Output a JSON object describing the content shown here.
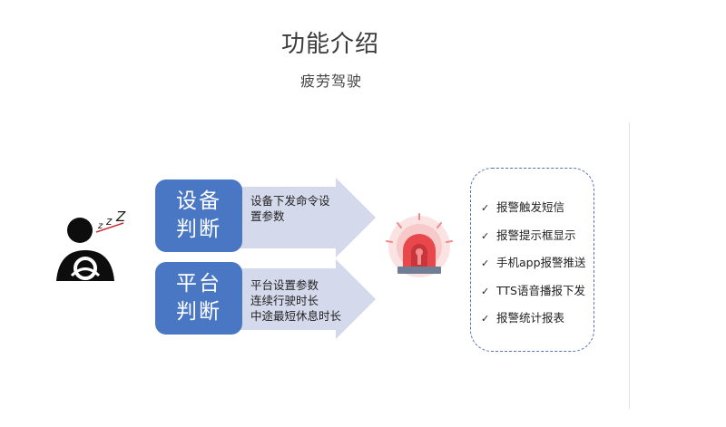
{
  "header": {
    "title": "功能介绍",
    "subtitle": "疲劳驾驶"
  },
  "driver": {
    "sleep_letters": [
      "z",
      "z",
      "Z"
    ]
  },
  "device_box": {
    "line1": "设备",
    "line2": "判断"
  },
  "device_arrow": {
    "lines": [
      "设备下发命令设",
      "置参数"
    ]
  },
  "platform_box": {
    "line1": "平台",
    "line2": "判断"
  },
  "platform_arrow": {
    "lines": [
      "平台设置参数",
      "连续行驶时长",
      "中途最短休息时长"
    ]
  },
  "alarm_actions": {
    "check_glyph": "✓",
    "items": [
      "报警触发短信",
      "报警提示框显示",
      "手机app报警推送",
      "TTS语音播报下发",
      "报警统计报表"
    ]
  },
  "colors": {
    "box_blue": "#4a77c4",
    "arrow_fill": "#d5d9ec",
    "siren_red": "#e8474b",
    "dashed_border": "#5a72b0"
  }
}
